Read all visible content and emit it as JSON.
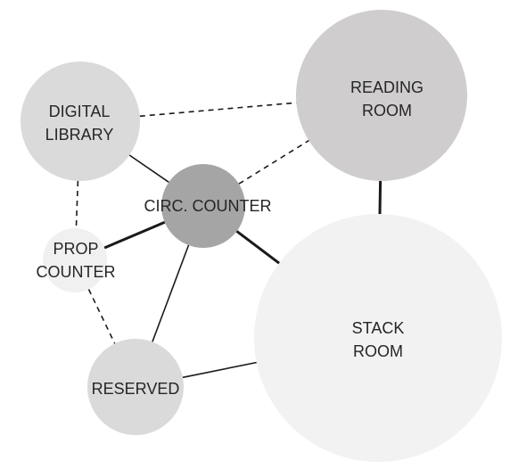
{
  "colors": {
    "background": "#ffffff",
    "edge": "#1a1a1a",
    "label": "#262626"
  },
  "nodes": [
    {
      "id": "digital-library",
      "label_lines": [
        "DIGITAL",
        "LIBRARY"
      ],
      "fill": "#dadada"
    },
    {
      "id": "reading-room",
      "label_lines": [
        "READING",
        "ROOM"
      ],
      "fill": "#cfcdce"
    },
    {
      "id": "circ-counter",
      "label_lines": [
        "CIRC. COUNTER"
      ],
      "fill": "#a5a5a5"
    },
    {
      "id": "prop-counter",
      "label_lines": [
        "PROP",
        "COUNTER"
      ],
      "fill": "#f0f0f0"
    },
    {
      "id": "stack-room",
      "label_lines": [
        "STACK",
        "ROOM"
      ],
      "fill": "#f2f2f2"
    },
    {
      "id": "reserved",
      "label_lines": [
        "RESERVED"
      ],
      "fill": "#dadada"
    }
  ],
  "edges": [
    {
      "from": "digital-library",
      "to": "reading-room",
      "style": "dashed",
      "weight": "light"
    },
    {
      "from": "circ-counter",
      "to": "reading-room",
      "style": "dashed",
      "weight": "light"
    },
    {
      "from": "digital-library",
      "to": "prop-counter",
      "style": "dashed",
      "weight": "light"
    },
    {
      "from": "prop-counter",
      "to": "reserved",
      "style": "dashed",
      "weight": "light"
    },
    {
      "from": "digital-library",
      "to": "circ-counter",
      "style": "solid",
      "weight": "light"
    },
    {
      "from": "prop-counter",
      "to": "circ-counter",
      "style": "solid",
      "weight": "heavy"
    },
    {
      "from": "circ-counter",
      "to": "stack-room",
      "style": "solid",
      "weight": "heavy"
    },
    {
      "from": "circ-counter",
      "to": "reserved",
      "style": "solid",
      "weight": "light"
    },
    {
      "from": "reading-room",
      "to": "stack-room",
      "style": "solid",
      "weight": "heavy"
    },
    {
      "from": "reserved",
      "to": "stack-room",
      "style": "solid",
      "weight": "light"
    }
  ]
}
